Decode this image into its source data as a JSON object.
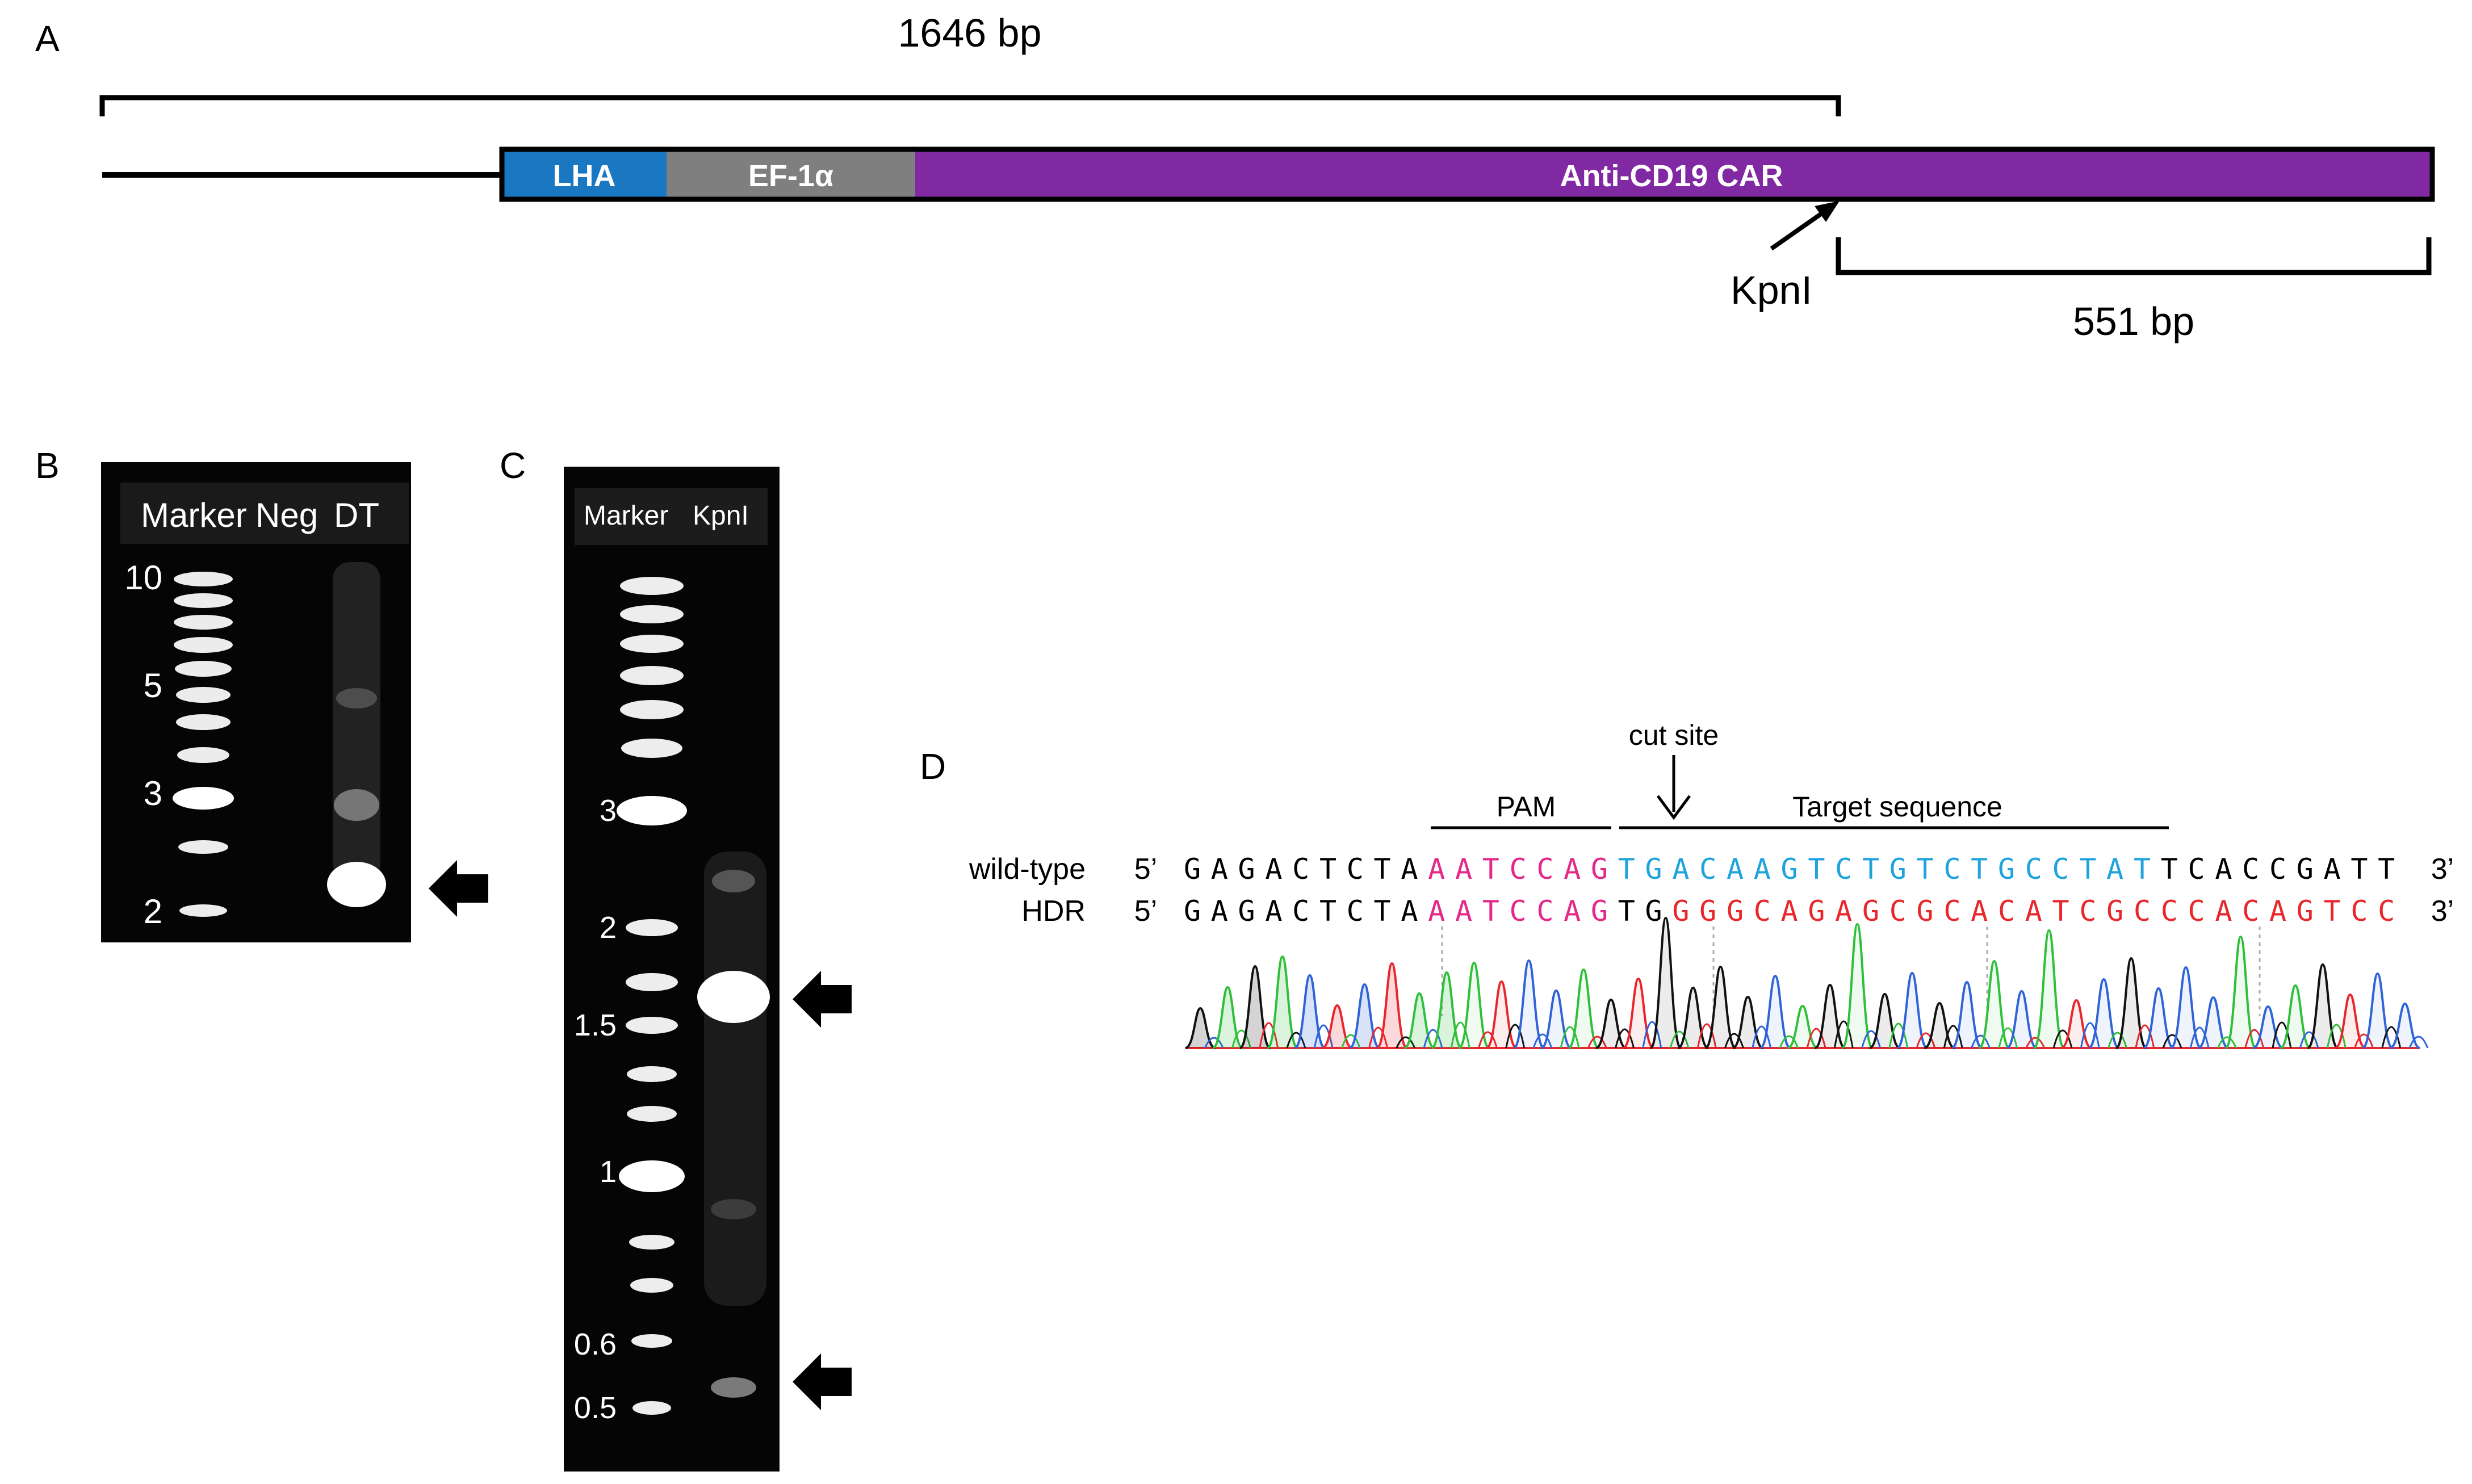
{
  "panels": {
    "a": "A",
    "b": "B",
    "c": "C",
    "d": "D"
  },
  "construct": {
    "size_full": "1646 bp",
    "size_fragment": "551 bp",
    "site": "KpnI",
    "segments": [
      {
        "label": "LHA",
        "color": "#1a78c2"
      },
      {
        "label": "EF-1α",
        "color": "#7f7f7f"
      },
      {
        "label": "Anti-CD19 CAR",
        "color": "#8129a3"
      }
    ]
  },
  "gel_b": {
    "lanes": [
      "Marker",
      "Neg",
      "DT"
    ],
    "marker_labels": [
      "10",
      "5",
      "3",
      "2"
    ]
  },
  "gel_c": {
    "lanes": [
      "Marker",
      "KpnI"
    ],
    "marker_labels": [
      "3",
      "2",
      "1.5",
      "1",
      "0.6",
      "0.5"
    ]
  },
  "seq": {
    "cut_site": "cut site",
    "pam": "PAM",
    "target": "Target sequence",
    "five": "5’",
    "three": "3’",
    "rows": [
      {
        "name": "wild-type",
        "seq": "GAGACTCTAAATCCAGTGACAAGTCTGTCTGCCTATTCACCGATT"
      },
      {
        "name": "HDR",
        "seq": "GAGACTCTAAATCCAGTGGGGCAGAGCGCACATCGCCCACAGTCC"
      }
    ],
    "colors": {
      "pam": "#e4288a",
      "target": "#1fa3dd",
      "hdr": "#e8262b",
      "normal": "#000000"
    }
  }
}
